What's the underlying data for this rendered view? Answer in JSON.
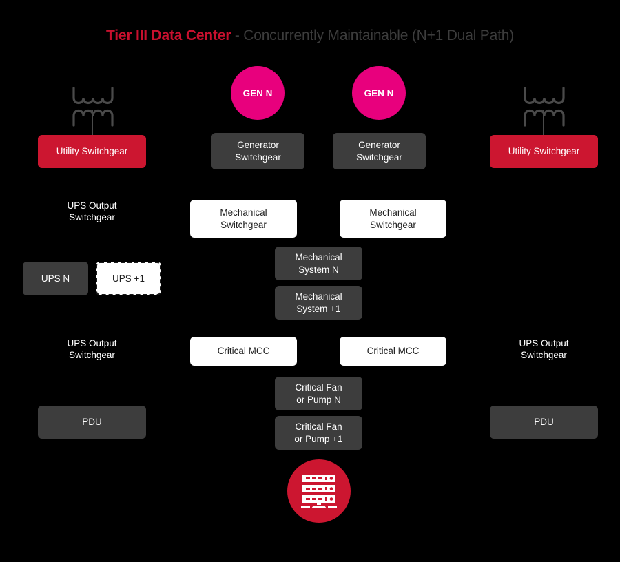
{
  "title": {
    "accent": "Tier III Data Center",
    "rest": " - Concurrently Maintainable (N+1 Dual Path)",
    "accent_color": "#C8102E",
    "rest_color": "#3c3c3c"
  },
  "colors": {
    "background": "#000000",
    "dark_node": "#3d3d3d",
    "red_node": "#CC1630",
    "white_node": "#ffffff",
    "pink_circle": "#E8007D",
    "red_circle": "#CC1630",
    "transformer_line": "#4a4a4a",
    "label_text": "#ffffff"
  },
  "nodes": {
    "utility_switchgear_left": "Utility Switchgear",
    "utility_switchgear_right": "Utility Switchgear",
    "generator_switchgear_1": "Generator\nSwitchgear",
    "generator_switchgear_2": "Generator\nSwitchgear",
    "gen_n_1": "GEN N",
    "gen_n_2": "GEN N",
    "ups_output_switchgear_left_top": "UPS Output\nSwitchgear",
    "mechanical_switchgear_1": "Mechanical\nSwitchgear",
    "mechanical_switchgear_2": "Mechanical\nSwitchgear",
    "ups_n": "UPS N",
    "ups_plus_1": "UPS +1",
    "mechanical_system_n": "Mechanical\nSystem N",
    "mechanical_system_plus_1": "Mechanical\nSystem +1",
    "ups_output_switchgear_left_bottom": "UPS Output\nSwitchgear",
    "ups_output_switchgear_right_bottom": "UPS Output\nSwitchgear",
    "critical_mcc_1": "Critical MCC",
    "critical_mcc_2": "Critical MCC",
    "critical_fan_pump_n": "Critical Fan\nor Pump N",
    "critical_fan_pump_plus_1": "Critical Fan\nor Pump +1",
    "pdu_left": "PDU",
    "pdu_right": "PDU"
  },
  "icons": {
    "transformer_left": "transformer-icon",
    "transformer_right": "transformer-icon",
    "server_rack": "server-rack-icon"
  }
}
